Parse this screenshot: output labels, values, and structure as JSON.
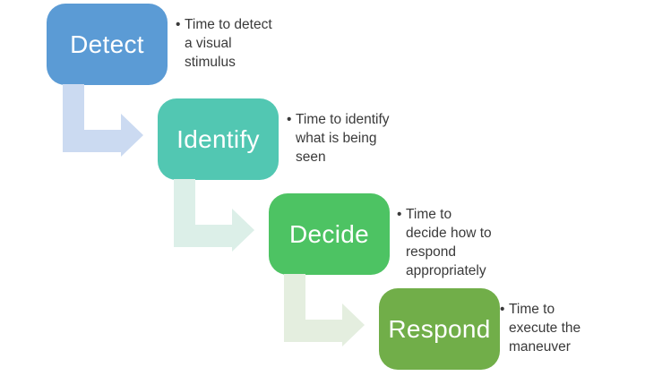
{
  "diagram": {
    "background_color": "#ffffff",
    "text_color": "#3a3a3a",
    "steps": [
      {
        "label": "Detect",
        "color": "#5B9BD5",
        "arrow_color": "#CBDAF1",
        "bullet": "•",
        "lines": [
          "Time to detect",
          "a visual",
          "stimulus"
        ]
      },
      {
        "label": "Identify",
        "color": "#52C7B2",
        "arrow_color": "#DCEFE8",
        "bullet": "•",
        "lines": [
          "Time to identify",
          "what is being",
          "seen"
        ]
      },
      {
        "label": "Decide",
        "color": "#4DC363",
        "arrow_color": "#E4EEDF",
        "bullet": "•",
        "lines": [
          "Time to",
          "decide how to",
          "respond",
          "appropriately"
        ]
      },
      {
        "label": "Respond",
        "color": "#71AE49",
        "bullet": "•",
        "lines": [
          "Time to",
          "execute the",
          "maneuver"
        ]
      }
    ]
  }
}
